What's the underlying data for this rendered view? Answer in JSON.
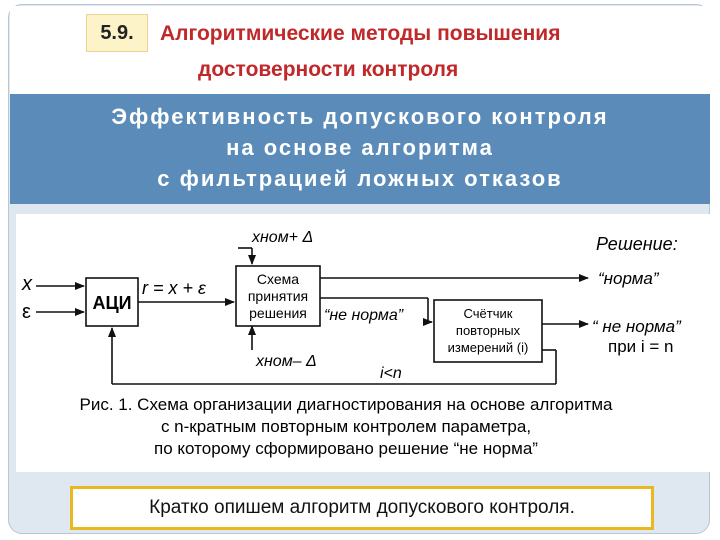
{
  "header": {
    "number": "5.9.",
    "title_line1": "Алгоритмические методы повышения",
    "title_line2": "достоверности контроля"
  },
  "band": {
    "line1": "Эффективность допускового контроля",
    "line2": "на основе алгоритма",
    "line3": "с фильтрацией ложных отказов"
  },
  "diagram": {
    "input_x": "x",
    "input_eps": "ε",
    "block_adc": "АЦИ",
    "formula_r": "r = x + ε",
    "upper_limit": "xном+ Δ",
    "lower_limit": "xном– Δ",
    "block_decision": [
      "Схема",
      "принятия",
      "решения"
    ],
    "not_norm_mid": "“не норма”",
    "block_counter": [
      "Счётчик",
      "повторных",
      "измерений (i)"
    ],
    "loop_condition": "i<n",
    "decision_heading": "Решение:",
    "out_norm": "“норма”",
    "out_not_norm": "“ не норма”",
    "out_when": "при  i = n",
    "caption": [
      "Рис. 1. Схема организации диагностирования на основе алгоритма",
      "с n-кратным повторным контролем параметра,",
      "по которому сформировано решение  “не норма”"
    ]
  },
  "summary": {
    "text": "Кратко опишем алгоритм допускового контроля."
  },
  "colors": {
    "title_red": "#c0282a",
    "band_blue": "#5b8cb9",
    "badge_yellow": "#fdf3c8",
    "summary_border": "#e7b81f"
  }
}
